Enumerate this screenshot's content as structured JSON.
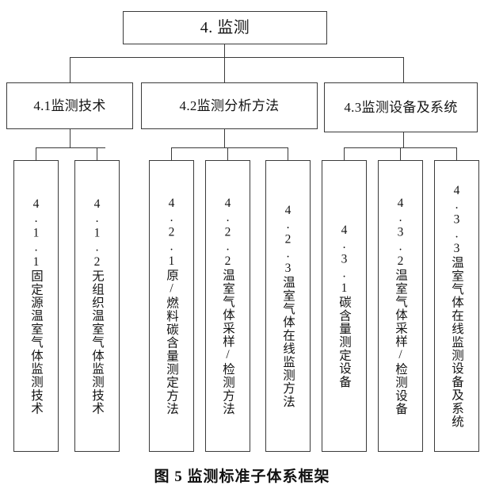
{
  "figure": {
    "caption": "图 5 监测标准子体系框架",
    "root": {
      "label": "4. 监测"
    },
    "branches": [
      {
        "label": "4.1监测技术",
        "children": [
          {
            "label": "4.1.1固定源温室气体监测技术"
          },
          {
            "label": "4.1.2无组织温室气体监测技术"
          }
        ]
      },
      {
        "label": "4.2监测分析方法",
        "children": [
          {
            "label": "4.2.1原/燃料碳含量测定方法"
          },
          {
            "label": "4.2.2温室气体采样/检测方法"
          },
          {
            "label": "4.2.3温室气体在线监测方法"
          }
        ]
      },
      {
        "label": "4.3监测设备及系统",
        "children": [
          {
            "label": "4.3.1碳含量测定设备"
          },
          {
            "label": "4.3.2温室气体采样/检测设备"
          },
          {
            "label": "4.3.3温室气体在线监测设备及系统"
          }
        ]
      }
    ],
    "colors": {
      "box_border": "#3a3a3a",
      "connector": "#3a3a3a",
      "text": "#141414",
      "background": "#ffffff"
    }
  },
  "chart_data": {
    "type": "tree-diagram",
    "title": "图 5 监测标准子体系框架",
    "orientation": "top-down",
    "levels": 3,
    "nodes": [
      {
        "id": "4",
        "label": "4. 监测",
        "level": 1,
        "parent": null
      },
      {
        "id": "4.1",
        "label": "4.1监测技术",
        "level": 2,
        "parent": "4"
      },
      {
        "id": "4.2",
        "label": "4.2监测分析方法",
        "level": 2,
        "parent": "4"
      },
      {
        "id": "4.3",
        "label": "4.3监测设备及系统",
        "level": 2,
        "parent": "4"
      },
      {
        "id": "4.1.1",
        "label": "4.1.1固定源温室气体监测技术",
        "level": 3,
        "parent": "4.1"
      },
      {
        "id": "4.1.2",
        "label": "4.1.2无组织温室气体监测技术",
        "level": 3,
        "parent": "4.1"
      },
      {
        "id": "4.2.1",
        "label": "4.2.1原/燃料碳含量测定方法",
        "level": 3,
        "parent": "4.2"
      },
      {
        "id": "4.2.2",
        "label": "4.2.2温室气体采样/检测方法",
        "level": 3,
        "parent": "4.2"
      },
      {
        "id": "4.2.3",
        "label": "4.2.3温室气体在线监测方法",
        "level": 3,
        "parent": "4.2"
      },
      {
        "id": "4.3.1",
        "label": "4.3.1碳含量测定设备",
        "level": 3,
        "parent": "4.3"
      },
      {
        "id": "4.3.2",
        "label": "4.3.2温室气体采样/检测设备",
        "level": 3,
        "parent": "4.3"
      },
      {
        "id": "4.3.3",
        "label": "4.3.3温室气体在线监测设备及系统",
        "level": 3,
        "parent": "4.3"
      }
    ]
  }
}
